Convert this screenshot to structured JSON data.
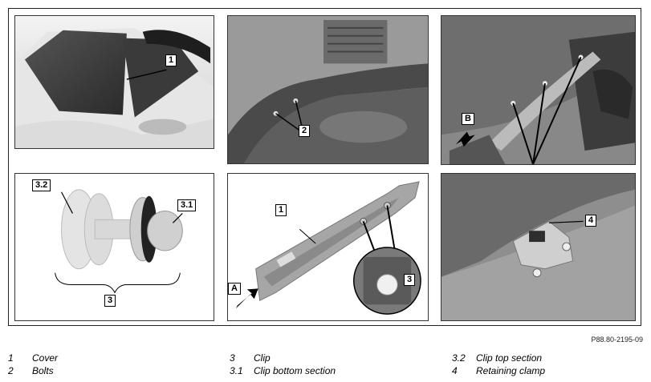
{
  "panels": {
    "p1": {
      "callouts": [
        "1"
      ]
    },
    "p2": {
      "callouts": [
        "2"
      ]
    },
    "p3": {
      "callouts": [
        "B"
      ]
    },
    "p4": {
      "callouts": [
        "3.2",
        "3.1",
        "3"
      ]
    },
    "p5": {
      "callouts": [
        "1",
        "A",
        "3"
      ]
    },
    "p6": {
      "callouts": [
        "4"
      ]
    }
  },
  "figure_ref": "P88.80-2195-09",
  "legend": {
    "col1": [
      {
        "num": "1",
        "text": "Cover"
      },
      {
        "num": "2",
        "text": "Bolts"
      }
    ],
    "col2": [
      {
        "num": "3",
        "text": "Clip"
      },
      {
        "num": "3.1",
        "text": "Clip bottom section"
      }
    ],
    "col3": [
      {
        "num": "3.2",
        "text": "Clip top section"
      },
      {
        "num": "4",
        "text": "Retaining clamp"
      }
    ]
  }
}
